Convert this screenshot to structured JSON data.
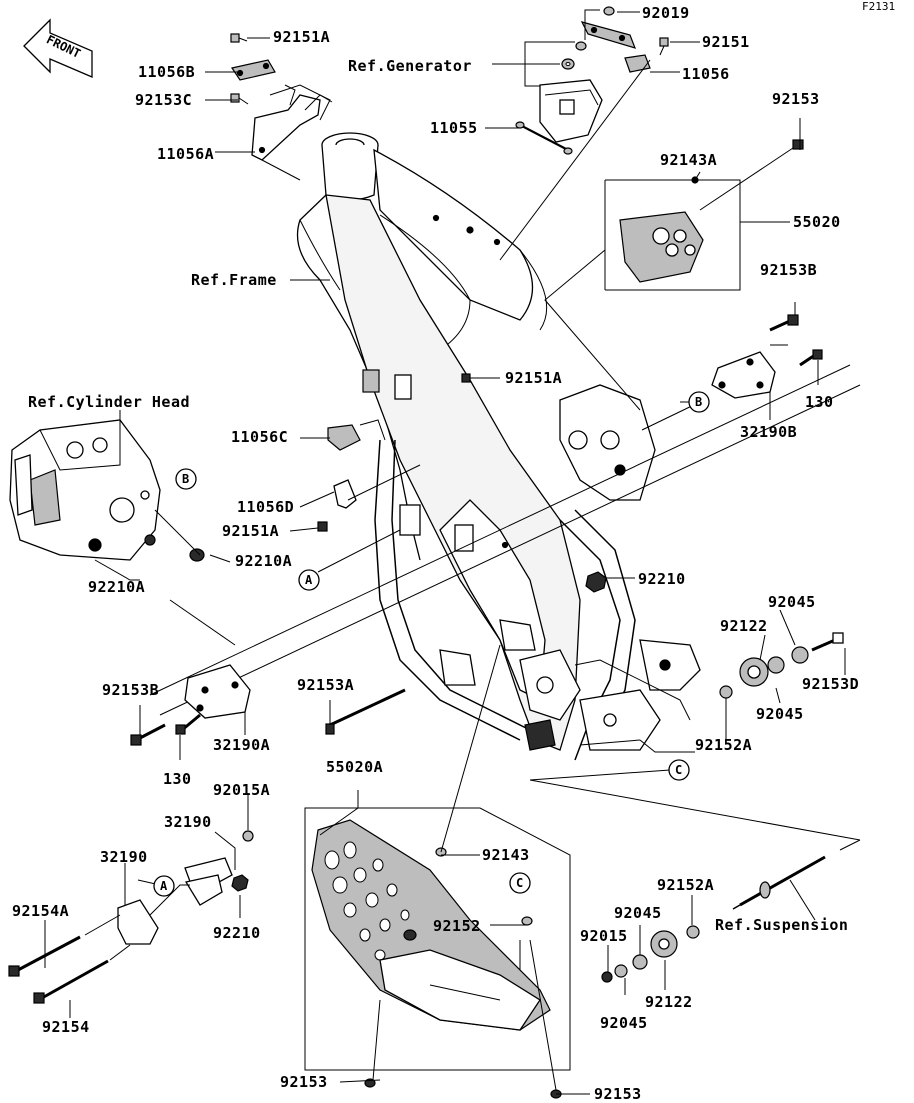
{
  "figure_code": "F2131",
  "front_arrow": "FRONT",
  "ref_labels": {
    "generator": "Ref.Generator",
    "frame": "Ref.Frame",
    "cylinder_head": "Ref.Cylinder Head",
    "suspension": "Ref.Suspension"
  },
  "callouts": {
    "A": "A",
    "B": "B",
    "C": "C"
  },
  "parts": {
    "p92019": "92019",
    "p92151A_top": "92151A",
    "p92151_top": "92151",
    "p11056B": "11056B",
    "p11056": "11056",
    "p92153C": "92153C",
    "p11055": "11055",
    "p11056A": "11056A",
    "p92153_right": "92153",
    "p92143A": "92143A",
    "p55020": "55020",
    "p92153B_right": "92153B",
    "p130_right": "130",
    "p32190B": "32190B",
    "p92151A_mid": "92151A",
    "p11056C": "11056C",
    "p11056D": "11056D",
    "p92151A_low": "92151A",
    "p92210A_1": "92210A",
    "p92210A_2": "92210A",
    "p92210": "92210",
    "p92045_a": "92045",
    "p92122_a": "92122",
    "p92153D": "92153D",
    "p92045_b": "92045",
    "p92153B_left": "92153B",
    "p92153A": "92153A",
    "p92152A_a": "92152A",
    "p32190A": "32190A",
    "p130_left": "130",
    "p55020A": "55020A",
    "p92015A": "92015A",
    "p32190_a": "32190",
    "p32190_b": "32190",
    "p92143": "92143",
    "p92152A_b": "92152A",
    "p92154A": "92154A",
    "p92210_b": "92210",
    "p92152": "92152",
    "p92045_c": "92045",
    "p92015": "92015",
    "p92122_b": "92122",
    "p92045_d": "92045",
    "p92154": "92154",
    "p92153_bot1": "92153",
    "p92153_bot2": "92153"
  }
}
